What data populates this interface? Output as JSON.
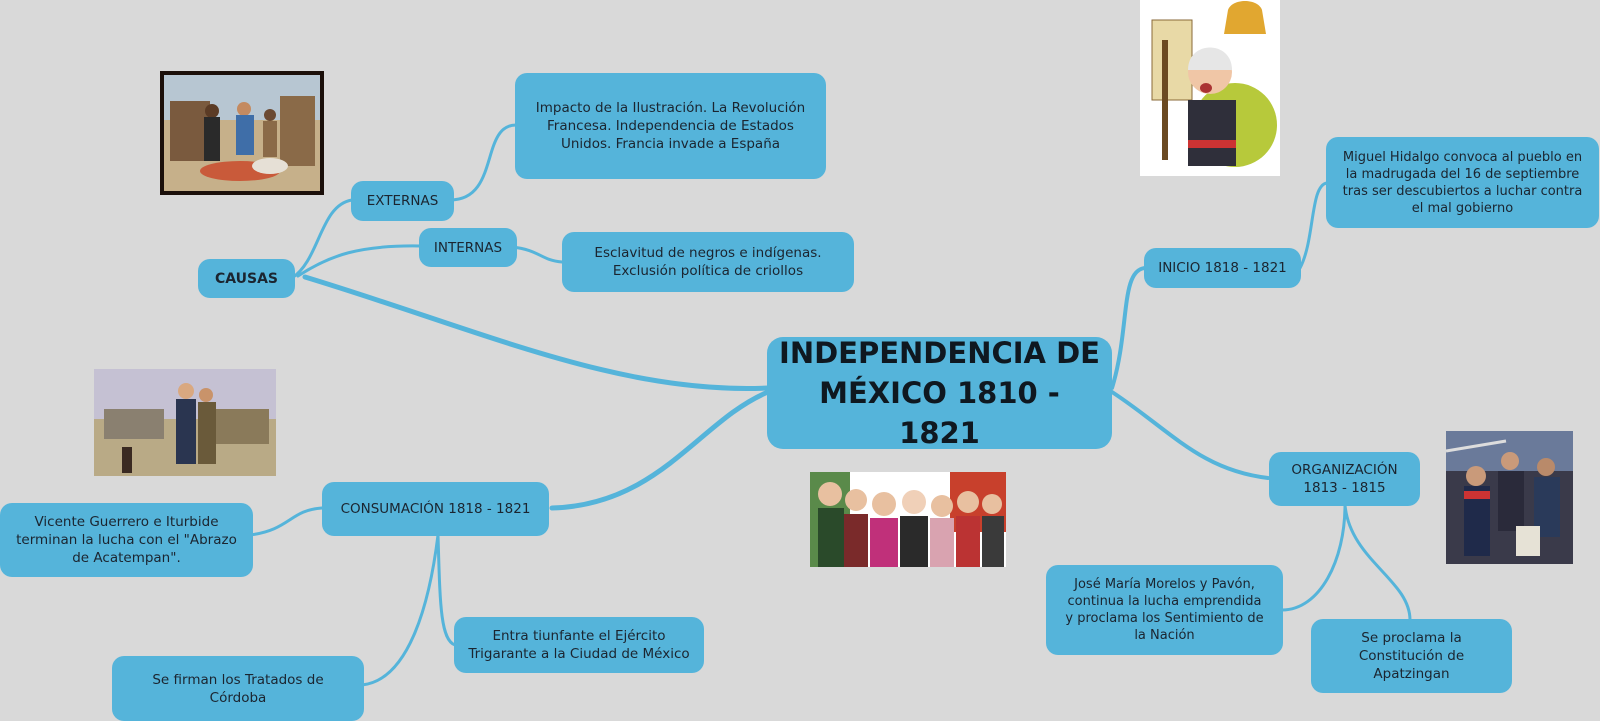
{
  "main_topic": {
    "line1": "INDEPENDENCIA DE",
    "line2": "MÉXICO 1810 - 1821"
  },
  "causas": {
    "label": "CAUSAS",
    "externas": {
      "label": "EXTERNAS",
      "detail": [
        "Impacto de la Ilustración. La Revolución",
        "Francesa. Independencia de Estados",
        "Unidos. Francia invade a España"
      ]
    },
    "internas": {
      "label": "INTERNAS",
      "detail": [
        "Esclavitud de negros e indígenas.",
        "Exclusión política de criollos"
      ]
    }
  },
  "inicio": {
    "label": "INICIO 1818 - 1821",
    "detail": [
      "Miguel Hidalgo convoca al pueblo en",
      "la madrugada del 16 de septiembre",
      "tras ser descubiertos a luchar contra",
      "el mal gobierno"
    ]
  },
  "organizacion": {
    "label": [
      "ORGANIZACIÓN",
      "1813 - 1815"
    ],
    "morelos": [
      "José María Morelos y Pavón,",
      "continua la lucha emprendida",
      "y proclama los Sentimiento de",
      "la Nación"
    ],
    "constitucion": [
      "Se proclama la",
      "Constitución de",
      "Apatzingan"
    ]
  },
  "consumacion": {
    "label": "CONSUMACIÓN 1818 - 1821",
    "abrazo": [
      "Vicente Guerrero e Iturbide",
      "terminan la lucha con el \"Abrazo",
      "de Acatempan\"."
    ],
    "trigarante": [
      "Entra tiunfante el Ejército",
      "Trigarante a la Ciudad de México"
    ],
    "tratados": [
      "Se firman los Tratados de",
      "Córdoba"
    ]
  },
  "colors": {
    "background": "#d9d9d9",
    "node": "#55b4da",
    "link": "#55b4da",
    "text": "#1b2530"
  },
  "images": [
    "painting-conquest-scene",
    "cartoon-hidalgo-bell",
    "painting-abrazo-acatempan",
    "cartoon-heroes-group",
    "painting-morelos-congress"
  ]
}
